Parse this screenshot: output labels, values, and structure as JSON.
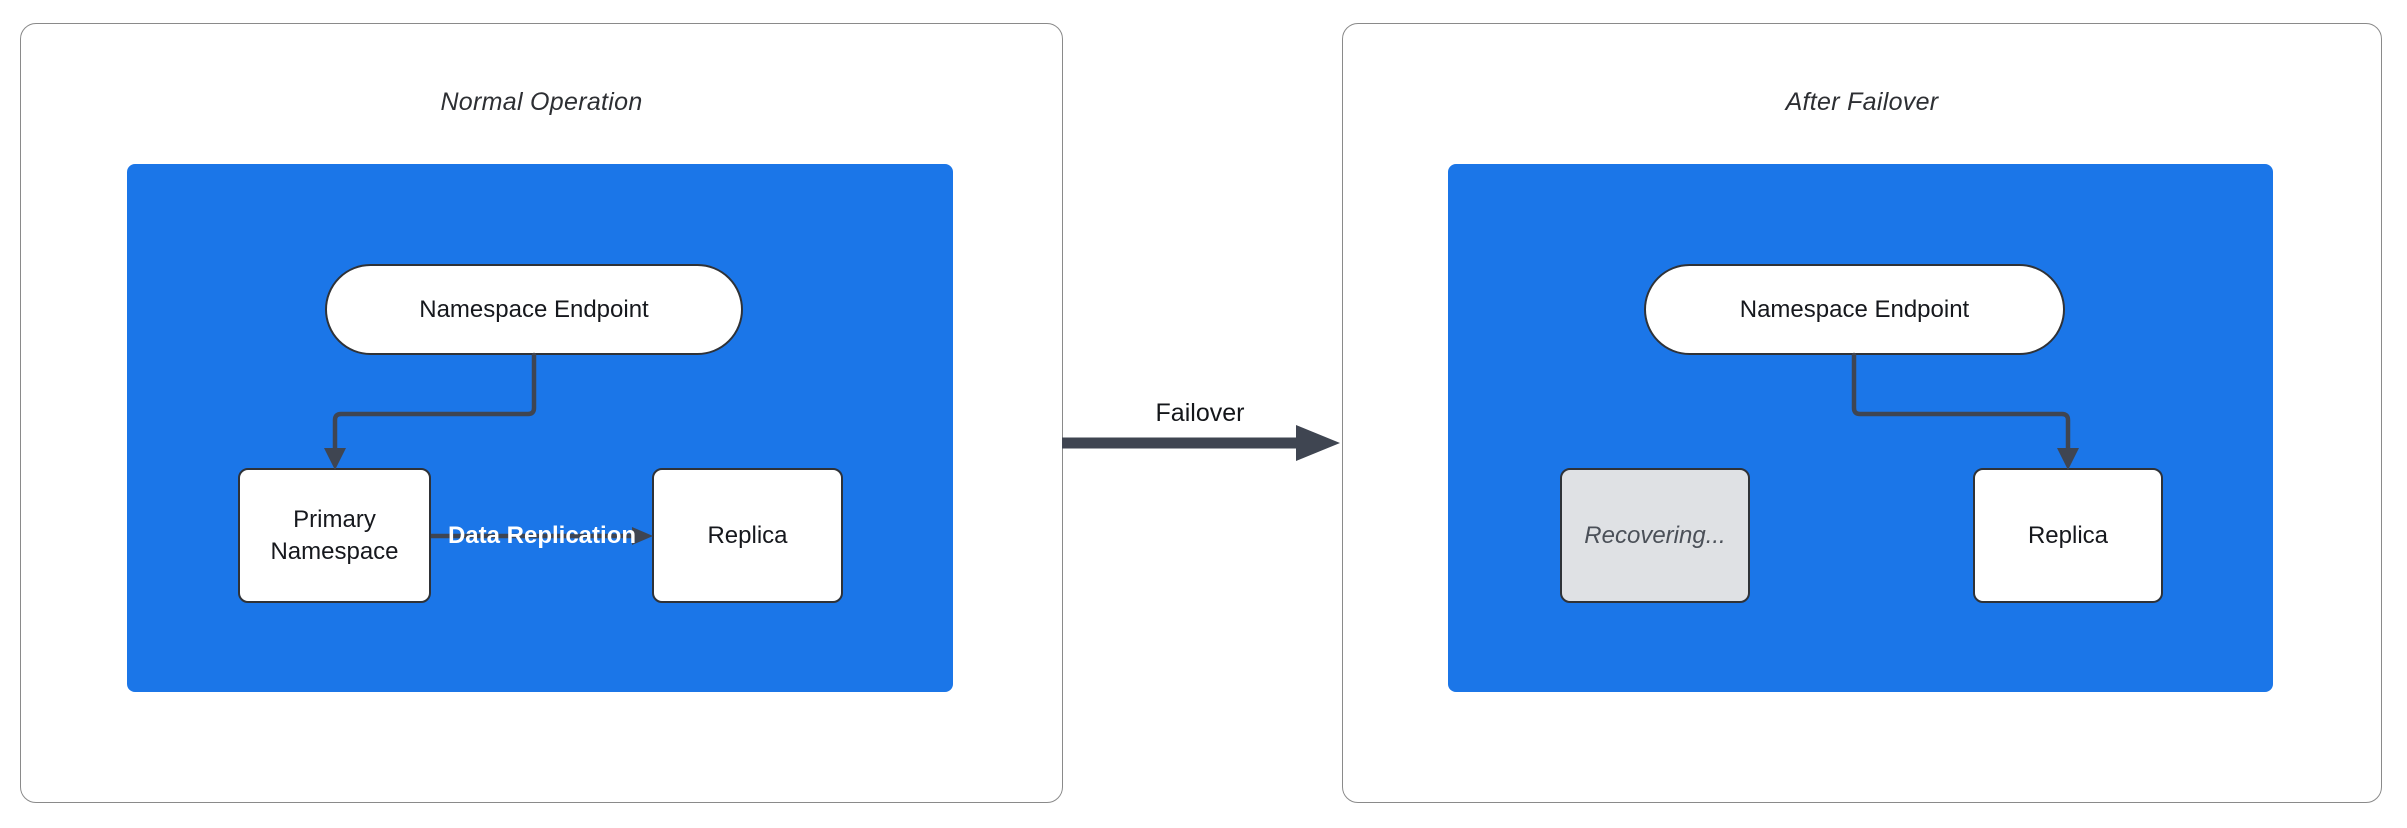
{
  "diagram": {
    "left_panel": {
      "title": "Normal Operation",
      "endpoint_node": "Namespace Endpoint",
      "primary_node": "Primary Namespace",
      "replica_node": "Replica",
      "replication_edge_label": "Data Replication"
    },
    "transition": {
      "label": "Failover"
    },
    "right_panel": {
      "title": "After Failover",
      "endpoint_node": "Namespace Endpoint",
      "recovering_node": "Recovering...",
      "replica_node": "Replica"
    },
    "colors": {
      "cluster_blue": "#1b76e8",
      "node_border": "#2f3237",
      "connector": "#3f4551",
      "card_border": "#8a8a8a",
      "recovering_fill": "#dfe1e4",
      "recovering_text": "#4b5058",
      "edge_label_on_blue": "#ffffff"
    }
  }
}
